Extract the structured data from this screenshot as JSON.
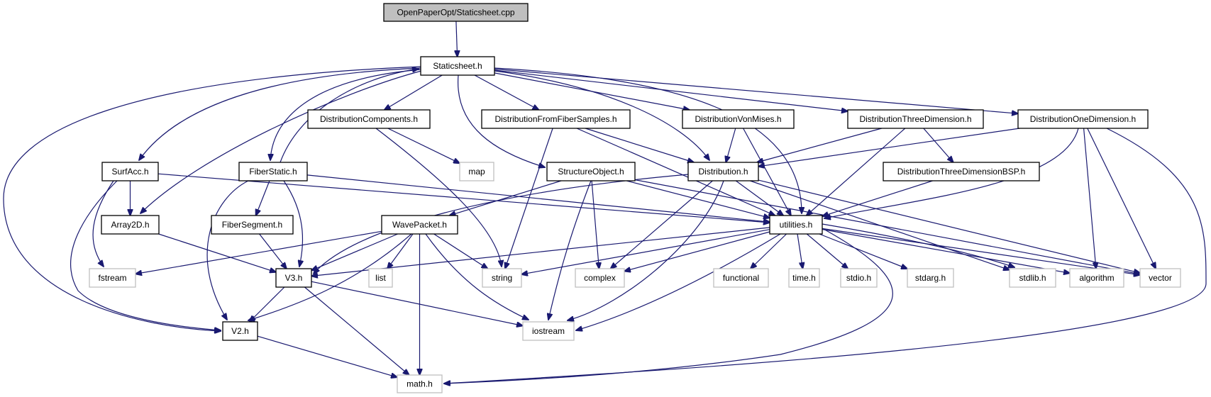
{
  "title": "Include dependency graph for OpenPaperOpt/Staticsheet.cpp",
  "colors": {
    "edge": "#191970",
    "root_fill": "#bfbfbf",
    "local_border": "#000000",
    "system_border": "#bfbfbf"
  },
  "nodes": [
    {
      "id": "root",
      "label": "OpenPaperOpt/Staticsheet.cpp",
      "kind": "root"
    },
    {
      "id": "staticsheet_h",
      "label": "Staticsheet.h",
      "kind": "local"
    },
    {
      "id": "distcomp_h",
      "label": "DistributionComponents.h",
      "kind": "local"
    },
    {
      "id": "distfiber_h",
      "label": "DistributionFromFiberSamples.h",
      "kind": "local"
    },
    {
      "id": "distvm_h",
      "label": "DistributionVonMises.h",
      "kind": "local"
    },
    {
      "id": "dist3d_h",
      "label": "DistributionThreeDimension.h",
      "kind": "local"
    },
    {
      "id": "dist1d_h",
      "label": "DistributionOneDimension.h",
      "kind": "local"
    },
    {
      "id": "surfacc_h",
      "label": "SurfAcc.h",
      "kind": "local"
    },
    {
      "id": "fiberstatic_h",
      "label": "FiberStatic.h",
      "kind": "local"
    },
    {
      "id": "map",
      "label": "map",
      "kind": "system"
    },
    {
      "id": "structobj_h",
      "label": "StructureObject.h",
      "kind": "local"
    },
    {
      "id": "dist_h",
      "label": "Distribution.h",
      "kind": "local"
    },
    {
      "id": "dist3dbsp_h",
      "label": "DistributionThreeDimensionBSP.h",
      "kind": "local"
    },
    {
      "id": "array2d_h",
      "label": "Array2D.h",
      "kind": "local"
    },
    {
      "id": "fiberseg_h",
      "label": "FiberSegment.h",
      "kind": "local"
    },
    {
      "id": "wavepacket_h",
      "label": "WavePacket.h",
      "kind": "local"
    },
    {
      "id": "utilities_h",
      "label": "utilities.h",
      "kind": "local"
    },
    {
      "id": "fstream",
      "label": "fstream",
      "kind": "system"
    },
    {
      "id": "v3_h",
      "label": "V3.h",
      "kind": "local"
    },
    {
      "id": "list",
      "label": "list",
      "kind": "system"
    },
    {
      "id": "string",
      "label": "string",
      "kind": "system"
    },
    {
      "id": "complex",
      "label": "complex",
      "kind": "system"
    },
    {
      "id": "functional",
      "label": "functional",
      "kind": "system"
    },
    {
      "id": "time_h",
      "label": "time.h",
      "kind": "system"
    },
    {
      "id": "stdio_h",
      "label": "stdio.h",
      "kind": "system"
    },
    {
      "id": "stdarg_h",
      "label": "stdarg.h",
      "kind": "system"
    },
    {
      "id": "stdlib_h",
      "label": "stdlib.h",
      "kind": "system"
    },
    {
      "id": "algorithm",
      "label": "algorithm",
      "kind": "system"
    },
    {
      "id": "vector",
      "label": "vector",
      "kind": "system"
    },
    {
      "id": "v2_h",
      "label": "V2.h",
      "kind": "local"
    },
    {
      "id": "iostream",
      "label": "iostream",
      "kind": "system"
    },
    {
      "id": "math_h",
      "label": "math.h",
      "kind": "system"
    }
  ],
  "edges": [
    [
      "root",
      "staticsheet_h"
    ],
    [
      "staticsheet_h",
      "distcomp_h"
    ],
    [
      "staticsheet_h",
      "distfiber_h"
    ],
    [
      "staticsheet_h",
      "distvm_h"
    ],
    [
      "staticsheet_h",
      "dist3d_h"
    ],
    [
      "staticsheet_h",
      "dist1d_h"
    ],
    [
      "staticsheet_h",
      "surfacc_h"
    ],
    [
      "staticsheet_h",
      "fiberstatic_h"
    ],
    [
      "staticsheet_h",
      "structobj_h"
    ],
    [
      "staticsheet_h",
      "dist_h"
    ],
    [
      "staticsheet_h",
      "array2d_h"
    ],
    [
      "staticsheet_h",
      "utilities_h"
    ],
    [
      "staticsheet_h",
      "v2_h"
    ],
    [
      "fiberstatic_h",
      "staticsheet_h"
    ],
    [
      "distcomp_h",
      "map"
    ],
    [
      "distcomp_h",
      "string"
    ],
    [
      "distfiber_h",
      "dist_h"
    ],
    [
      "distfiber_h",
      "utilities_h"
    ],
    [
      "distfiber_h",
      "string"
    ],
    [
      "distvm_h",
      "dist_h"
    ],
    [
      "distvm_h",
      "utilities_h"
    ],
    [
      "dist3d_h",
      "dist_h"
    ],
    [
      "dist3d_h",
      "dist3dbsp_h"
    ],
    [
      "dist3d_h",
      "utilities_h"
    ],
    [
      "dist1d_h",
      "dist_h"
    ],
    [
      "dist1d_h",
      "utilities_h"
    ],
    [
      "dist1d_h",
      "algorithm"
    ],
    [
      "dist1d_h",
      "vector"
    ],
    [
      "dist1d_h",
      "math_h"
    ],
    [
      "surfacc_h",
      "array2d_h"
    ],
    [
      "surfacc_h",
      "utilities_h"
    ],
    [
      "surfacc_h",
      "fstream"
    ],
    [
      "surfacc_h",
      "v2_h"
    ],
    [
      "fiberstatic_h",
      "fiberseg_h"
    ],
    [
      "fiberstatic_h",
      "v3_h"
    ],
    [
      "fiberstatic_h",
      "v2_h"
    ],
    [
      "fiberstatic_h",
      "utilities_h"
    ],
    [
      "structobj_h",
      "wavepacket_h"
    ],
    [
      "structobj_h",
      "utilities_h"
    ],
    [
      "structobj_h",
      "complex"
    ],
    [
      "structobj_h",
      "iostream"
    ],
    [
      "structobj_h",
      "vector"
    ],
    [
      "dist_h",
      "utilities_h"
    ],
    [
      "dist_h",
      "v3_h"
    ],
    [
      "dist_h",
      "complex"
    ],
    [
      "dist_h",
      "iostream"
    ],
    [
      "dist_h",
      "stdlib_h"
    ],
    [
      "dist_h",
      "vector"
    ],
    [
      "dist3dbsp_h",
      "utilities_h"
    ],
    [
      "array2d_h",
      "v3_h"
    ],
    [
      "fiberseg_h",
      "v3_h"
    ],
    [
      "wavepacket_h",
      "v3_h"
    ],
    [
      "wavepacket_h",
      "v2_h"
    ],
    [
      "wavepacket_h",
      "fstream"
    ],
    [
      "wavepacket_h",
      "list"
    ],
    [
      "wavepacket_h",
      "string"
    ],
    [
      "wavepacket_h",
      "iostream"
    ],
    [
      "wavepacket_h",
      "math_h"
    ],
    [
      "utilities_h",
      "v3_h"
    ],
    [
      "utilities_h",
      "string"
    ],
    [
      "utilities_h",
      "complex"
    ],
    [
      "utilities_h",
      "functional"
    ],
    [
      "utilities_h",
      "time_h"
    ],
    [
      "utilities_h",
      "stdio_h"
    ],
    [
      "utilities_h",
      "stdarg_h"
    ],
    [
      "utilities_h",
      "stdlib_h"
    ],
    [
      "utilities_h",
      "algorithm"
    ],
    [
      "utilities_h",
      "vector"
    ],
    [
      "utilities_h",
      "iostream"
    ],
    [
      "utilities_h",
      "math_h"
    ],
    [
      "v3_h",
      "v2_h"
    ],
    [
      "v3_h",
      "iostream"
    ],
    [
      "v3_h",
      "math_h"
    ],
    [
      "v2_h",
      "math_h"
    ]
  ]
}
